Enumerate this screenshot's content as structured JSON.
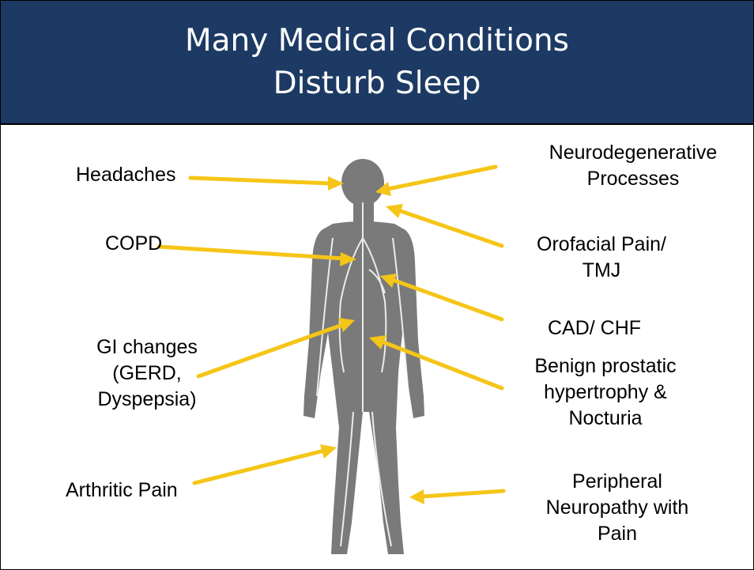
{
  "title": {
    "line1": "Many Medical Conditions",
    "line2": "Disturb Sleep"
  },
  "colors": {
    "title_bg": "#1c3a63",
    "arrow": "#f5c518",
    "body_fill": "#7a7a7a"
  },
  "labels": {
    "headaches": [
      "Headaches"
    ],
    "copd": [
      "COPD"
    ],
    "gi": [
      "GI changes",
      "(GERD,",
      "Dyspepsia)"
    ],
    "arthritic": [
      "Arthritic Pain"
    ],
    "neuro": [
      "Neurodegenerative",
      "Processes"
    ],
    "orofacial": [
      "Orofacial Pain/",
      "TMJ"
    ],
    "cad": [
      "CAD/ CHF"
    ],
    "bph": [
      "Benign prostatic",
      "hypertrophy &",
      "Nocturia"
    ],
    "peripheral": [
      "Peripheral",
      "Neuropathy with",
      "Pain"
    ]
  }
}
